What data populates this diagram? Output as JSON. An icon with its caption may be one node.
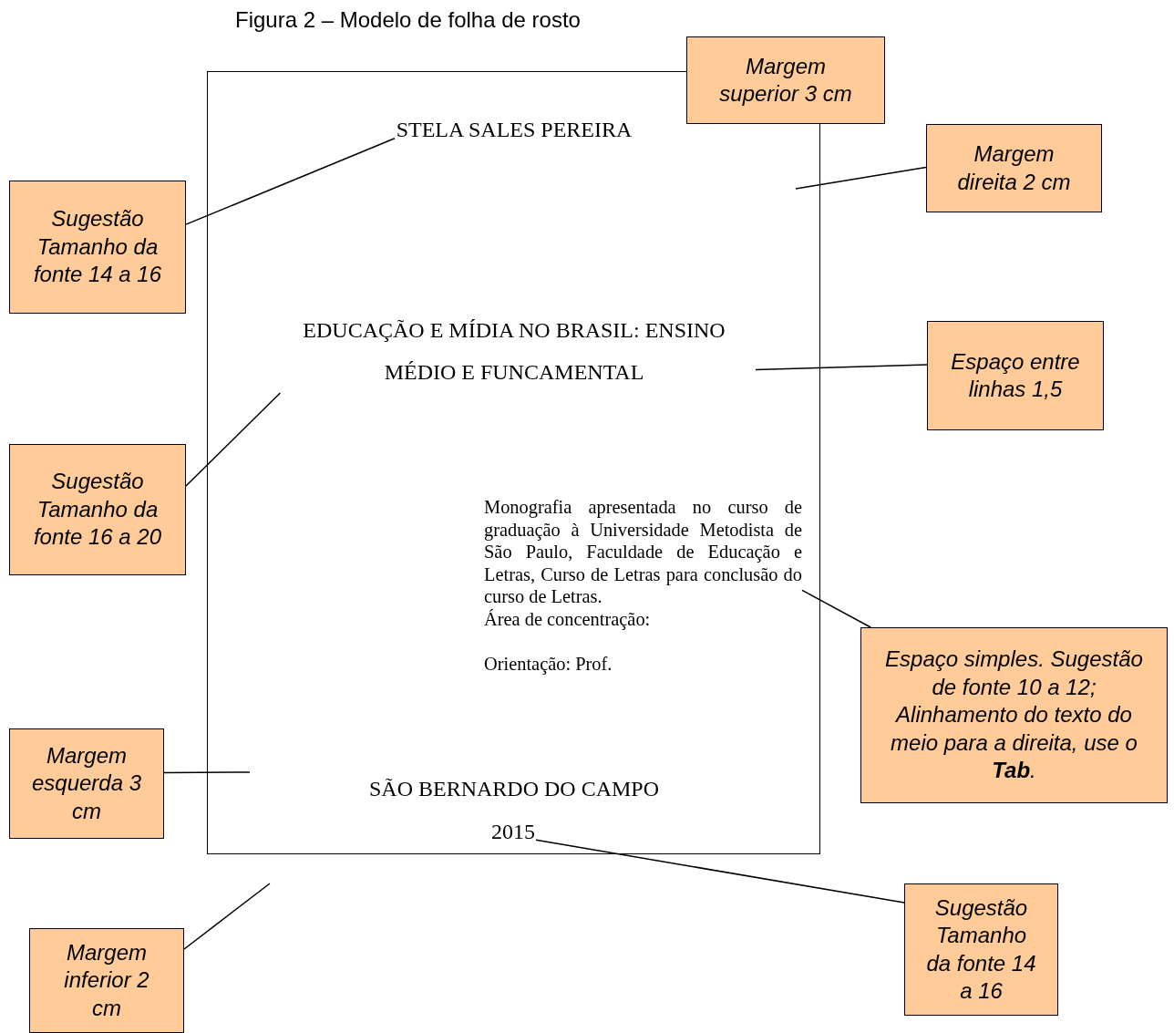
{
  "diagram": {
    "title": "Figura 2 – Modelo de folha de rosto",
    "nodes": [
      {
        "text": [],
        "shape": "box"
      },
      {
        "text": [
          "STELA SALES PEREIRA"
        ],
        "in": 0
      },
      {
        "text": [
          "EDUCAÇÃO E MÍDIA NO BRASIL: ENSINO MÉDIO E FUNCAMENTAL"
        ],
        "in": 0
      },
      {
        "text": [
          "Monografia apresentada no curso de graduação à Universidade Metodista de São Paulo, Faculdade de Educação e Letras, Curso de Letras para conclusão do curso de Letras.",
          "Área de concentração:",
          "Orientação: Prof."
        ],
        "in": 0
      },
      {
        "text": [
          "SÃO BERNARDO DO CAMPO"
        ],
        "in": 0
      },
      {
        "text": [
          "2015"
        ],
        "in": 0
      },
      {
        "text": [
          "Margem superior 3 cm"
        ]
      },
      {
        "text": [
          "Margem direita 2 cm"
        ]
      },
      {
        "text": [
          "Sugestão Tamanho da fonte 14 a 16"
        ]
      },
      {
        "text": [
          "Espaço entre linhas 1,5"
        ]
      },
      {
        "text": [
          "Sugestão Tamanho da fonte 16 a 20"
        ]
      },
      {
        "text": [
          "Espaço simples. Sugestão de fonte 10 a 12; Alinhamento do texto do meio para a direita, use o **Tab**."
        ]
      },
      {
        "text": [
          "Margem esquerda 3 cm"
        ]
      },
      {
        "text": [
          "Margem inferior 2 cm"
        ]
      },
      {
        "text": [
          "Sugestão Tamanho da fonte 14 a 16"
        ]
      }
    ],
    "edges": [
      {
        "from": 8,
        "to": 1,
        "arrow": "none"
      },
      {
        "from": 7,
        "to": null,
        "arrow": "none"
      },
      {
        "from": 10,
        "to": 2,
        "arrow": "none"
      },
      {
        "from": 9,
        "to": 2,
        "arrow": "none"
      },
      {
        "from": 11,
        "to": 3,
        "arrow": "none"
      },
      {
        "from": 12,
        "to": null,
        "arrow": "none"
      },
      {
        "from": 13,
        "to": null,
        "arrow": "none"
      },
      {
        "from": 14,
        "to": 5,
        "arrow": "none"
      }
    ]
  }
}
